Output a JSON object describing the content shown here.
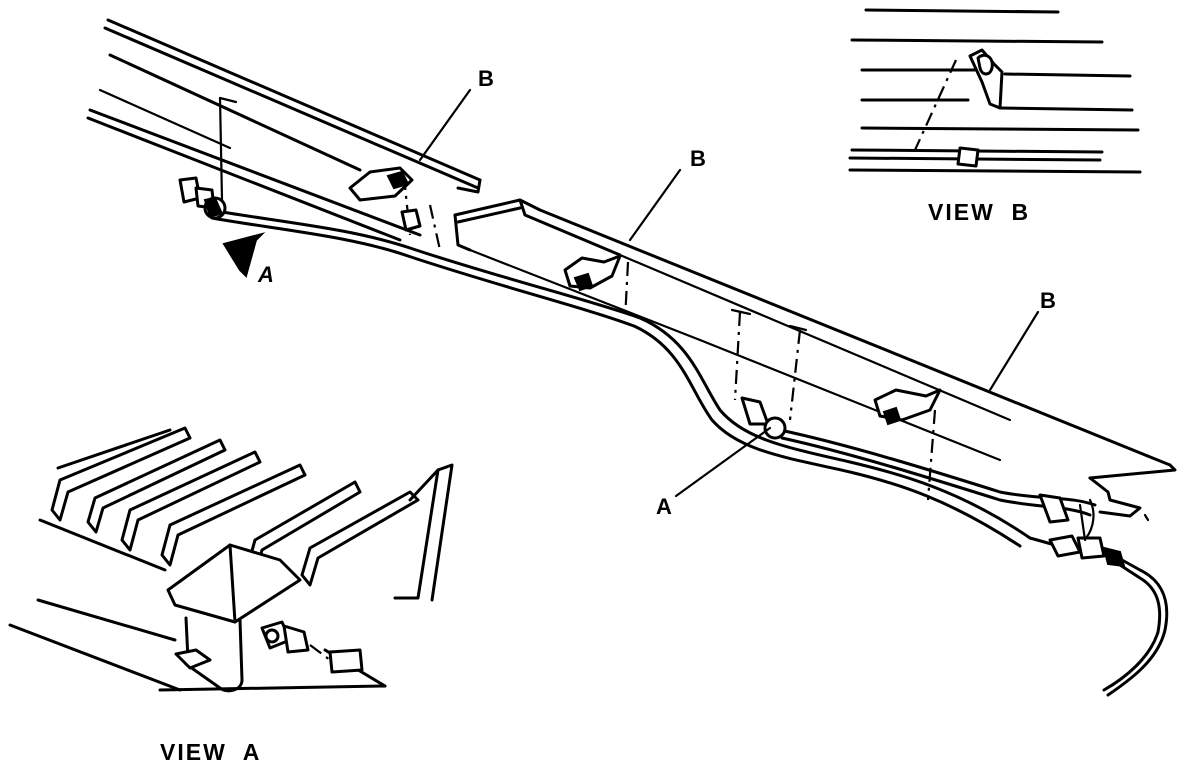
{
  "callouts": {
    "b1": "B",
    "b2": "B",
    "b3": "B",
    "a": "A",
    "arrow_a": "A"
  },
  "views": {
    "view_a": "VIEW  A",
    "view_b": "VIEW  B"
  },
  "colors": {
    "ink": "#000000",
    "paper": "#ffffff"
  }
}
